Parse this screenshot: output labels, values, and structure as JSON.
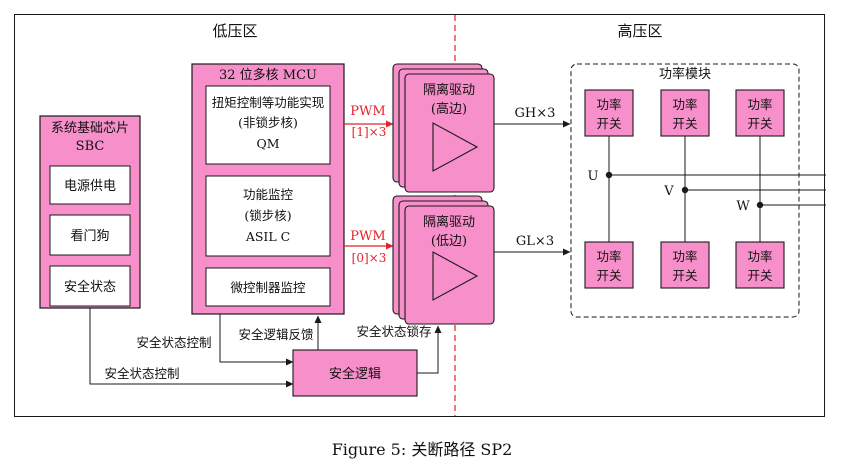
{
  "zones": {
    "low": "低压区",
    "high": "高压区"
  },
  "sbc": {
    "title_line1": "系统基础芯片",
    "title_line2": "SBC",
    "items": [
      "电源供电",
      "看门狗",
      "安全状态"
    ]
  },
  "mcu": {
    "title": "32 位多核 MCU",
    "qm": [
      "扭矩控制等功能实现",
      "(非锁步核)",
      "QM"
    ],
    "asil": [
      "功能监控",
      "(锁步核)",
      "ASIL C"
    ],
    "monitor": "微控制器监控"
  },
  "pwm": {
    "high": {
      "label": "PWM",
      "sub": "[1]×3"
    },
    "low": {
      "label": "PWM",
      "sub": "[0]×3"
    }
  },
  "drivers": {
    "high": {
      "line1": "隔离驱动",
      "line2": "(高边)"
    },
    "low": {
      "line1": "隔离驱动",
      "line2": "(低边)"
    }
  },
  "gate_signals": {
    "high": "GH×3",
    "low": "GL×3"
  },
  "power_module": {
    "title": "功率模块",
    "switch_line1": "功率",
    "switch_line2": "开关",
    "phases": [
      "U",
      "V",
      "W"
    ]
  },
  "safety_logic": {
    "label": "安全逻辑"
  },
  "signals": {
    "state_control_a": "安全状态控制",
    "state_control_b": "安全状态控制",
    "logic_feedback": "安全逻辑反馈",
    "state_latch": "安全状态锁存"
  },
  "caption": "Figure 5:  关断路径 SP2",
  "colors": {
    "block_fill": "#f78fca",
    "inner_fill": "#ffffff",
    "stroke": "#1a1a1a",
    "divider": "#e8202a",
    "pwm_text": "#e8202a"
  }
}
